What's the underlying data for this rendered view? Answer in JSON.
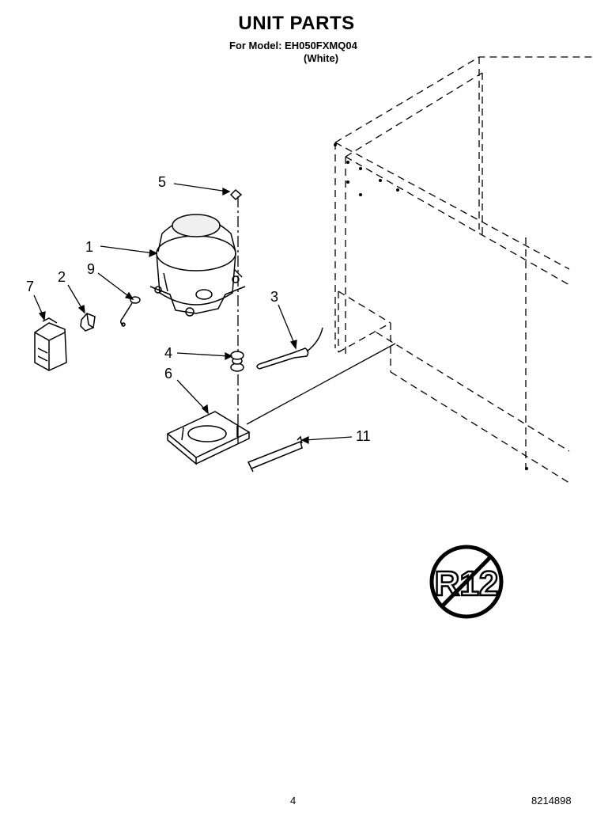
{
  "header": {
    "title": "UNIT PARTS",
    "model_line": "For Model: EH050FXMQ04",
    "color_line": "(White)"
  },
  "callouts": [
    {
      "id": "callout-1",
      "label": "1",
      "part": "compressor"
    },
    {
      "id": "callout-2",
      "label": "2",
      "part": "overload"
    },
    {
      "id": "callout-3",
      "label": "3",
      "part": "drier"
    },
    {
      "id": "callout-4",
      "label": "4",
      "part": "grommet"
    },
    {
      "id": "callout-5",
      "label": "5",
      "part": "clip"
    },
    {
      "id": "callout-6",
      "label": "6",
      "part": "base-plate"
    },
    {
      "id": "callout-7",
      "label": "7",
      "part": "relay"
    },
    {
      "id": "callout-9",
      "label": "9",
      "part": "wire"
    },
    {
      "id": "callout-11",
      "label": "11",
      "part": "bracket"
    }
  ],
  "badge": {
    "text": "R12"
  },
  "footer": {
    "page": "4",
    "doc_number": "8214898"
  }
}
